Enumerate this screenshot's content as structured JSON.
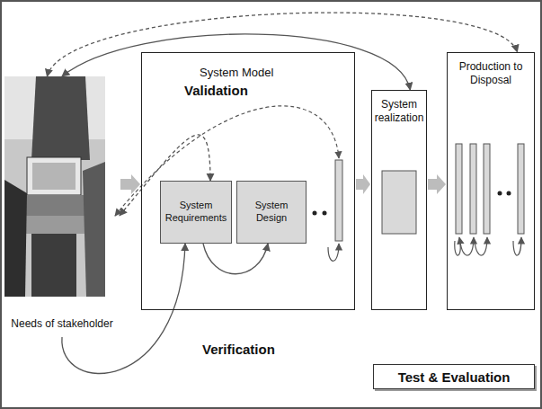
{
  "diagram": {
    "nodes": [
      {
        "text": [
          "Needs of stakeholder"
        ]
      },
      {
        "text": [
          "System Model"
        ]
      },
      {
        "text": [
          "System Requirements"
        ],
        "in": 1
      },
      {
        "text": [
          "System Design"
        ],
        "in": 1
      },
      {
        "text": [
          "System realization"
        ]
      },
      {
        "text": [
          "Production to Disposal"
        ]
      },
      {
        "text": [
          "Test & Evaluation"
        ]
      }
    ],
    "edges": [
      {
        "from": 0,
        "to": 5,
        "arrow": "both"
      },
      {
        "from": 0,
        "to": 4,
        "arrow": "both"
      },
      {
        "from": 0,
        "to": 2,
        "arrow": "both"
      },
      {
        "from": 0,
        "to": 2,
        "arrow": "to"
      },
      {
        "from": 2,
        "to": 3,
        "arrow": "to"
      },
      {
        "from": 0,
        "to": 1,
        "arrow": "to"
      },
      {
        "from": 1,
        "to": 4,
        "arrow": "to"
      },
      {
        "from": 4,
        "to": 5,
        "arrow": "to"
      }
    ],
    "labels": [
      "Validation",
      "Verification"
    ]
  }
}
